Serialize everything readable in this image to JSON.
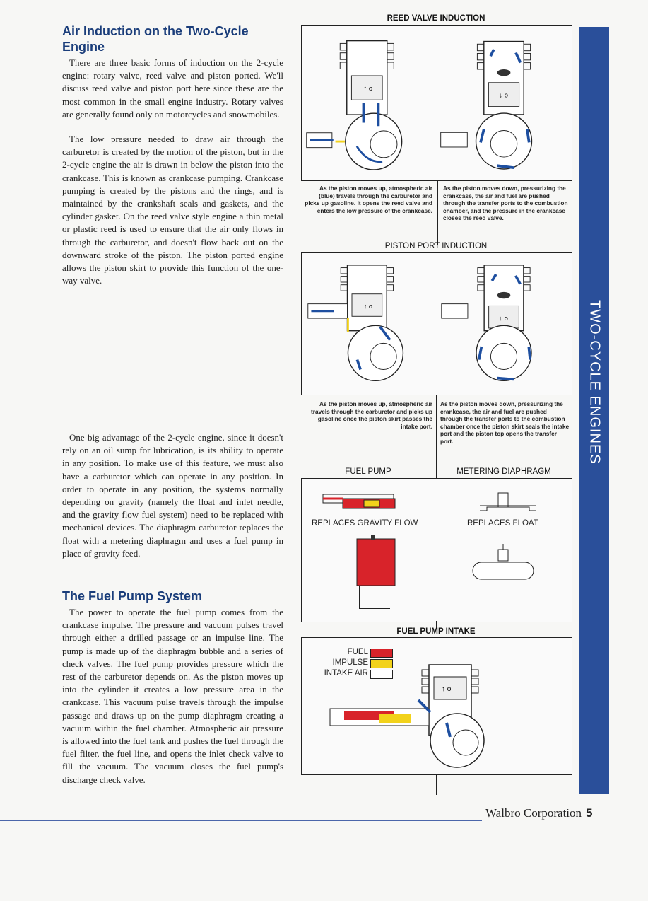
{
  "left_column": {
    "heading1": "Air Induction on the Two-Cycle Engine",
    "para1": "There are three basic forms of induction on the 2-cycle engine: rotary valve, reed valve and piston ported. We'll discuss reed valve and piston port here since these are the most common in the small engine industry. Rotary valves are generally found only on motorcycles and snowmobiles.",
    "para2": "The low pressure needed to draw air through the carburetor is created by the motion of the piston, but in the 2-cycle engine the air is drawn in below the piston into the crankcase. This is known as crankcase pumping. Crankcase pumping is created by the pistons and the rings, and is maintained by the crankshaft seals and gaskets, and the cylinder gasket. On the reed valve style engine a thin metal or plastic reed is used to ensure that the air only flows in through the carburetor, and doesn't flow back out on the downward stroke of the piston. The piston ported engine allows the piston skirt to provide this function of the one-way valve.",
    "para3": "One big advantage of the 2-cycle engine, since it doesn't rely on an oil sump for lubrication, is its ability to operate in any position. To make use of this feature, we must also have a carburetor which can operate in any position. In order to operate in any position, the systems normally depending on gravity (namely the float and inlet needle, and the gravity flow fuel system) need to be replaced with mechanical devices. The diaphragm carburetor replaces the float with a metering diaphragm and uses a fuel pump in place of gravity feed.",
    "heading2": "The Fuel Pump System",
    "para4": "The power to operate the fuel pump comes from the crankcase impulse. The pressure and vacuum pulses travel through either a drilled passage or an impulse line. The pump is made up of the diaphragm bubble and a series of check valves. The fuel pump provides pressure which the rest of the carburetor depends on. As the piston moves up into the cylinder it creates a low pressure area in the crankcase. This vacuum pulse travels through the impulse passage and draws up on the pump diaphragm creating a vacuum within the fuel chamber. Atmospheric air pressure is allowed into the fuel tank and pushes the fuel through the fuel filter, the fuel line, and opens the inlet check valve to fill the vacuum. The vacuum closes the fuel pump's discharge check valve."
  },
  "figures": {
    "reed": {
      "title": "REED VALVE INDUCTION",
      "caption_left": "As the piston moves up, atmospheric air (blue) travels through the carburetor and picks up gasoline. It opens the reed valve and enters the low pressure of the crankcase.",
      "caption_right": "As the piston moves down, pressurizing the crankcase, the air and fuel are pushed through the transfer ports to the combustion chamber, and the pressure in the crankcase closes the reed valve."
    },
    "piston_port": {
      "title": "PISTON PORT INDUCTION",
      "caption_left": "As the piston moves up, atmospheric air travels through the carburetor and picks up gasoline once the piston skirt passes the intake port.",
      "caption_right": "As the piston moves down, pressurizing the crankcase, the air and fuel are pushed through the transfer ports to the combustion chamber once the piston skirt seals the intake port and the piston top opens the transfer port."
    },
    "fuel_pump": {
      "title": "FUEL PUMP",
      "label": "REPLACES GRAVITY FLOW"
    },
    "metering": {
      "title": "METERING DIAPHRAGM",
      "label": "REPLACES FLOAT"
    },
    "intake": {
      "title": "FUEL PUMP INTAKE",
      "legend": [
        "FUEL",
        "IMPULSE",
        "INTAKE AIR"
      ]
    },
    "colors": {
      "fuel": "#d8232a",
      "impulse": "#f2d21b",
      "air": "#ffffff",
      "arrow": "#1e4fa0"
    }
  },
  "side_tab": "TWO-CYCLE ENGINES",
  "footer": {
    "company": "Walbro Corporation",
    "page": "5"
  }
}
